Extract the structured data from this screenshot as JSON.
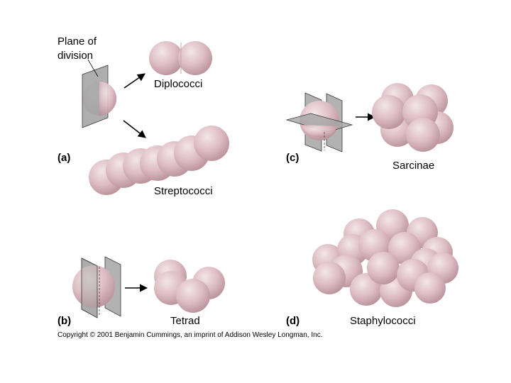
{
  "labels": {
    "plane_of": "Plane of",
    "division": "division",
    "diplococci": "Diplococci",
    "streptococci": "Streptococci",
    "sarcinae": "Sarcinae",
    "tetrad": "Tetrad",
    "staphylococci": "Staphylococci"
  },
  "panels": {
    "a": "(a)",
    "b": "(b)",
    "c": "(c)",
    "d": "(d)"
  },
  "copyright": "Copyright © 2001 Benjamin Cummings, an imprint of Addison Wesley Longman, Inc.",
  "colors": {
    "cell_light": "#f3e6e9",
    "cell_mid": "#ddbcc3",
    "cell_dark": "#b9919a",
    "plane": "#a5a5a5",
    "plane_edge": "#3a3a3a",
    "arrow": "#000000"
  }
}
